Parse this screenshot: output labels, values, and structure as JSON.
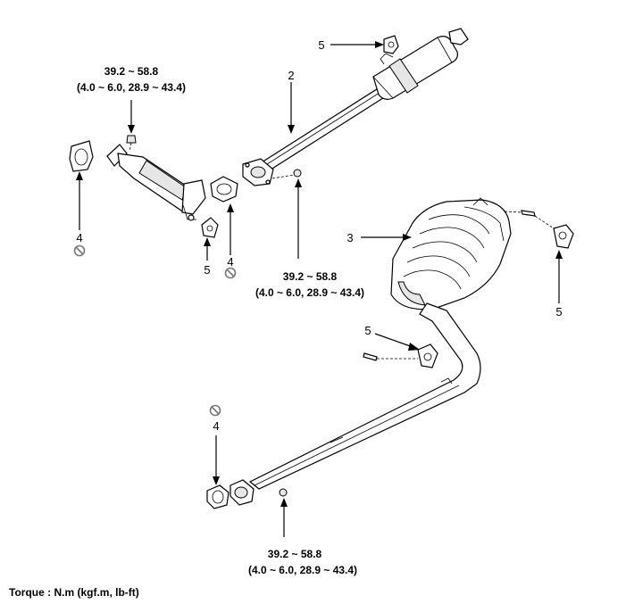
{
  "callouts": {
    "torque_top_left": {
      "value": "39.2 ~ 58.8",
      "alt": "(4.0 ~ 6.0, 28.9 ~ 43.4)"
    },
    "torque_middle": {
      "value": "39.2 ~ 58.8",
      "alt": "(4.0 ~ 6.0, 28.9 ~ 43.4)"
    },
    "torque_bottom": {
      "value": "39.2 ~ 58.8",
      "alt": "(4.0 ~ 6.0, 28.9 ~ 43.4)"
    }
  },
  "part_numbers": {
    "center_pipe": "2",
    "main_muffler": "3",
    "gasket_a": "4",
    "gasket_b": "4",
    "gasket_c": "4",
    "hanger_top": "5",
    "hanger_front": "5",
    "hanger_right": "5",
    "hanger_middle": "5"
  },
  "footer": {
    "torque_unit": "Torque : N.m (kgf.m, lb-ft)"
  },
  "icons": {
    "non_reusable": "circle-slash-icon"
  }
}
